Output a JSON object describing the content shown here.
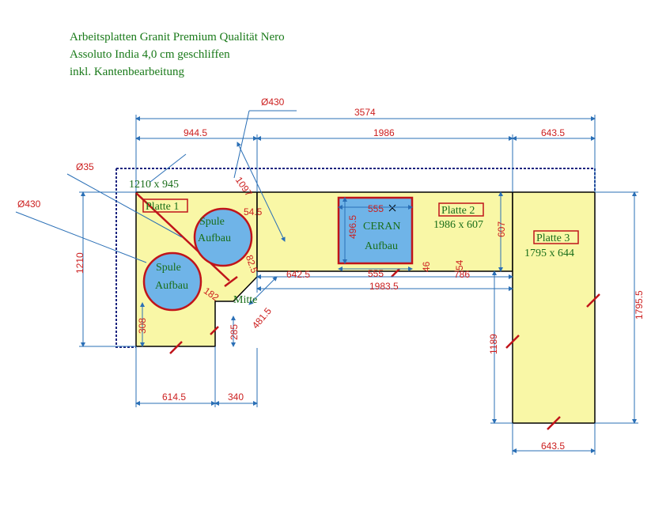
{
  "header": {
    "line1": "Arbeitsplatten Granit Premium Qualität Nero",
    "line2": "Assoluto India 4,0 cm geschliffen",
    "line3": "inkl. Kantenbearbeitung"
  },
  "plates": [
    {
      "label": "Platte 1",
      "size": "1210 x 945"
    },
    {
      "label": "Platte 2",
      "size": "1986 x 607"
    },
    {
      "label": "Platte 3",
      "size": "1795 x 644"
    }
  ],
  "cutouts": {
    "spule1": [
      "Spule",
      "Aufbau"
    ],
    "spule2": [
      "Spule",
      "Aufbau"
    ],
    "ceran": [
      "CERAN",
      "Aufbau"
    ],
    "mitte": "Mitte"
  },
  "dims": {
    "total": "3574",
    "top1": "944.5",
    "top2": "1986",
    "top3": "643.5",
    "left": "1210",
    "right": "1795.5",
    "d430a": "Ø430",
    "d430b": "Ø430",
    "d35": "Ø35",
    "diag1097": "1097",
    "d545": "54.5",
    "d825": "82.5",
    "d182": "182",
    "d4815": "481.5",
    "d308": "308",
    "d285": "285",
    "b6145": "614.5",
    "b340": "340",
    "d4965": "496.5",
    "d555a": "555",
    "d555b": "555",
    "d6425": "642.5",
    "d19835": "1983.5",
    "d786": "786",
    "d46": "46",
    "d54": "54",
    "d607": "607",
    "d1189": "1189",
    "bot6435": "643.5"
  },
  "colors": {
    "plate": "#f9f7a6",
    "sink": "#6fb4e8",
    "dimension": "#2a6fb6",
    "label": "#cc1f1f",
    "text": "#1a7a1a"
  }
}
